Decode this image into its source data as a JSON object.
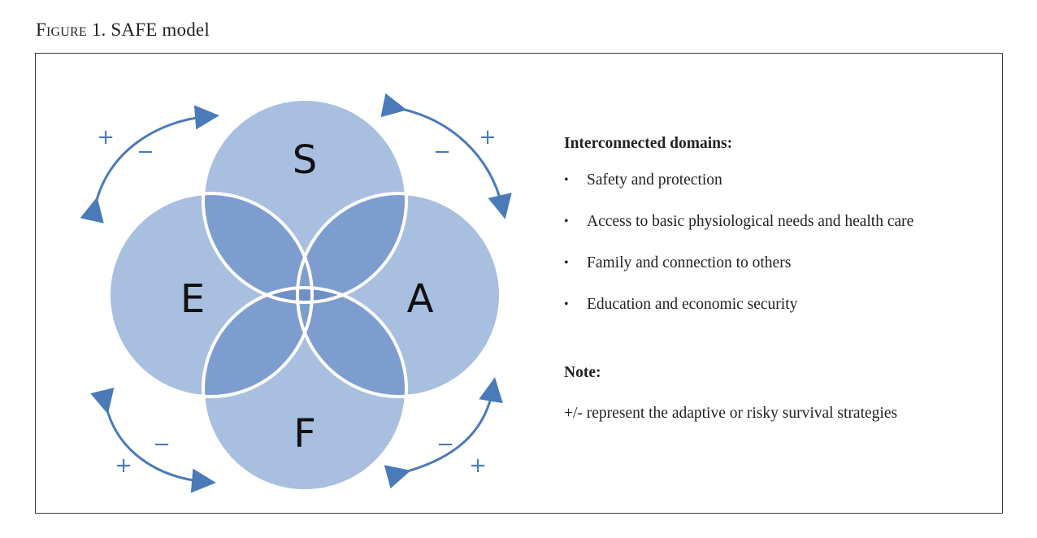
{
  "figure": {
    "caption_lead": "Figure 1.",
    "caption_rest": " SAFE model"
  },
  "diagram": {
    "domains": {
      "top": "S",
      "right": "A",
      "bottom": "F",
      "left": "E"
    },
    "arrow_signs": {
      "plus": "+",
      "minus": "−"
    },
    "colors": {
      "circle_fill": "#a8bfe0",
      "overlap_fill": "#7e9dcf",
      "center_fill": "#6f8fc7",
      "circle_stroke": "#ffffff",
      "arrow": "#4a7ab8",
      "sign": "#4a7ab8"
    }
  },
  "legend": {
    "heading": "Interconnected domains:",
    "items": [
      "Safety and protection",
      "Access to basic physiological needs and health care",
      "Family and connection to others",
      "Education and economic security"
    ],
    "bullet": "•",
    "note_heading": "Note:",
    "note_text": "+/- represent the adaptive or risky survival strategies"
  }
}
